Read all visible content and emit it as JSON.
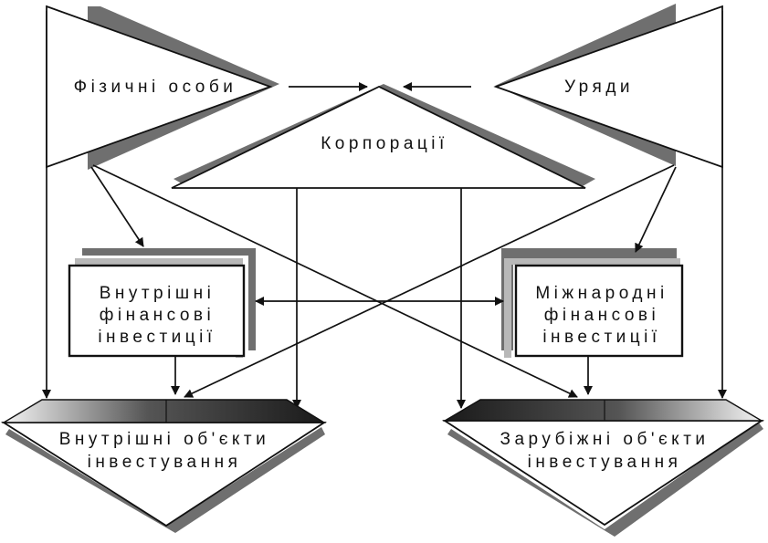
{
  "nodes": {
    "individuals": "Фізичні особи",
    "governments": "Уряди",
    "corporations": "Корпорації",
    "domestic_investments": [
      "Внутрішні",
      "фінансові",
      "інвестиції"
    ],
    "international_investments": [
      "Міжнародні",
      "фінансові",
      "інвестиції"
    ],
    "domestic_objects": [
      "Внутрішні об'єкти",
      "інвестування"
    ],
    "foreign_objects": [
      "Зарубіжні об'єкти",
      "інвестування"
    ]
  }
}
